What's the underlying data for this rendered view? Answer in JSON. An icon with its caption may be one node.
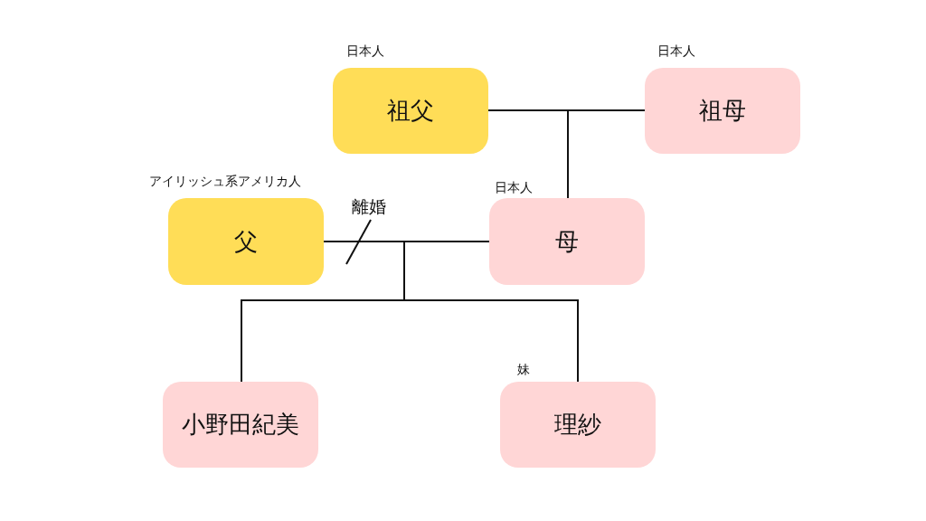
{
  "diagram": {
    "nodes": [
      {
        "text": [
          "祖父"
        ],
        "beside": [
          "日本人"
        ]
      },
      {
        "text": [
          "祖母"
        ],
        "beside": [
          "日本人"
        ]
      },
      {
        "text": [
          "父"
        ],
        "beside": [
          "アイリッシュ系アメリカ人"
        ]
      },
      {
        "text": [
          "母"
        ],
        "beside": [
          "日本人"
        ]
      },
      {
        "text": [
          "小野田紀美"
        ]
      },
      {
        "text": [
          "理紗"
        ],
        "beside": [
          "妹"
        ]
      }
    ],
    "edges": [
      {
        "from": 0,
        "to": 1,
        "arrow": "none"
      },
      {
        "from": 0,
        "to": 3,
        "arrow": "none"
      },
      {
        "from": 1,
        "to": 3,
        "arrow": "none"
      },
      {
        "from": 2,
        "to": 3,
        "arrow": "none",
        "label": "離婚"
      },
      {
        "from": 2,
        "to": 4,
        "arrow": "none"
      },
      {
        "from": 3,
        "to": 4,
        "arrow": "none"
      },
      {
        "from": 2,
        "to": 5,
        "arrow": "none"
      },
      {
        "from": 3,
        "to": 5,
        "arrow": "none"
      }
    ]
  }
}
